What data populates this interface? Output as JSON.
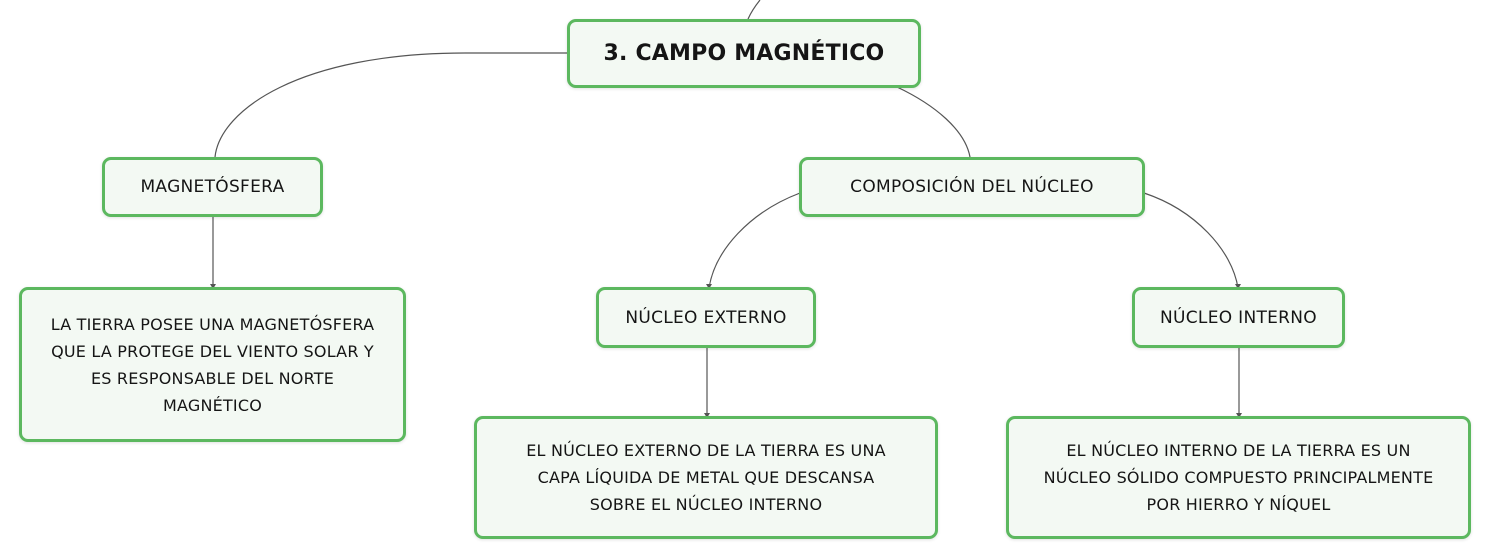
{
  "diagram": {
    "root": {
      "label": "3. CAMPO MAGNÉTICO"
    },
    "magnetosfera": {
      "label": "MAGNETÓSFERA",
      "description": [
        "LA TIERRA POSEE UNA MAGNETÓSFERA",
        "QUE LA PROTEGE DEL VIENTO SOLAR Y",
        "ES RESPONSABLE DEL NORTE",
        "MAGNÉTICO"
      ]
    },
    "composicion": {
      "label": "COMPOSICIÓN DEL NÚCLEO",
      "externo": {
        "label": "NÚCLEO EXTERNO",
        "description": [
          "EL NÚCLEO EXTERNO DE LA TIERRA ES UNA",
          "CAPA LÍQUIDA DE METAL QUE DESCANSA",
          "SOBRE EL NÚCLEO INTERNO"
        ]
      },
      "interno": {
        "label": "NÚCLEO INTERNO",
        "description": [
          "EL NÚCLEO INTERNO DE LA TIERRA ES UN",
          "NÚCLEO SÓLIDO COMPUESTO PRINCIPALMENTE",
          "POR HIERRO Y NÍQUEL"
        ]
      }
    }
  },
  "colors": {
    "node_border": "#5cb85f",
    "node_fill": "#f3f9f3",
    "connector": "#555555",
    "text": "#151515"
  }
}
